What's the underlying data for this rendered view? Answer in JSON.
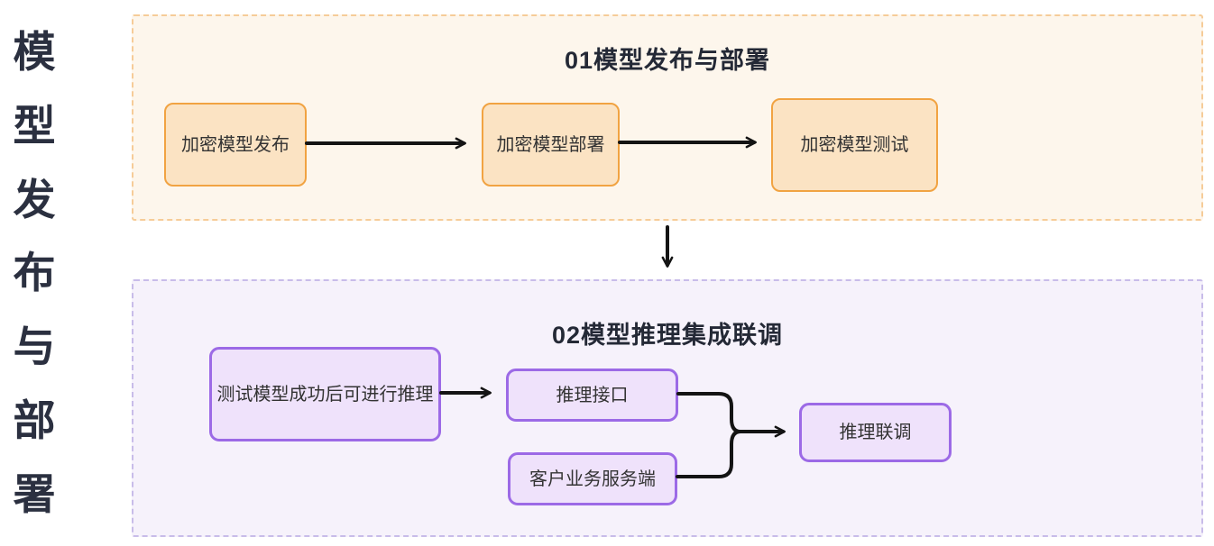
{
  "page_title_vertical": {
    "text": "模型发布与部署",
    "chars": [
      "模",
      "型",
      "发",
      "布",
      "与",
      "部",
      "署"
    ]
  },
  "sections": [
    {
      "id": "model-deploy",
      "title": "01模型发布与部署",
      "nodes": [
        {
          "label": "加密模型发布"
        },
        {
          "label": "加密模型部署"
        },
        {
          "label": "加密模型测试"
        }
      ]
    },
    {
      "id": "inference-integration",
      "title": "02模型推理集成联调",
      "nodes": [
        {
          "label": "测试模型成功后可进行推理"
        },
        {
          "label": "推理接口"
        },
        {
          "label": "客户业务服务端"
        },
        {
          "label": "推理联调"
        }
      ]
    }
  ],
  "colors": {
    "deploy_section_bg": "#fdf6ec",
    "deploy_section_border": "#f6cc98",
    "deploy_node_border": "#f1a342",
    "deploy_node_bg": "#fbe3c3",
    "inference_section_bg": "#f6f2fb",
    "inference_section_border": "#c8bce9",
    "inference_node_border": "#9c6ae6",
    "inference_node_bg": "#efe2fb",
    "title_text": "#242936",
    "node_text": "#333333",
    "arrow": "#141414"
  }
}
